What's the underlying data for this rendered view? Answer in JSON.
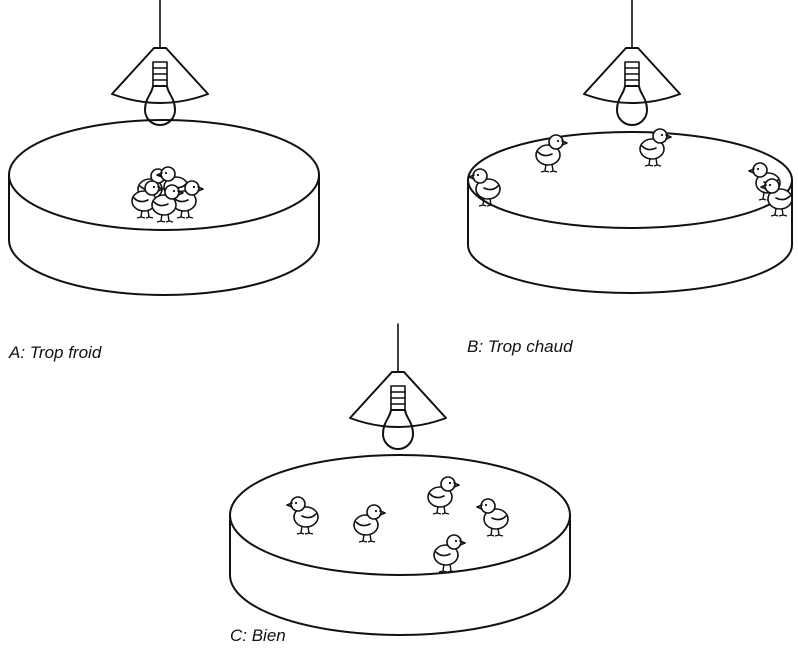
{
  "panels": [
    {
      "id": "a",
      "label": "A: Trop froid"
    },
    {
      "id": "b",
      "label": "B: Trop chaud"
    },
    {
      "id": "c",
      "label": "C: Bien"
    }
  ]
}
